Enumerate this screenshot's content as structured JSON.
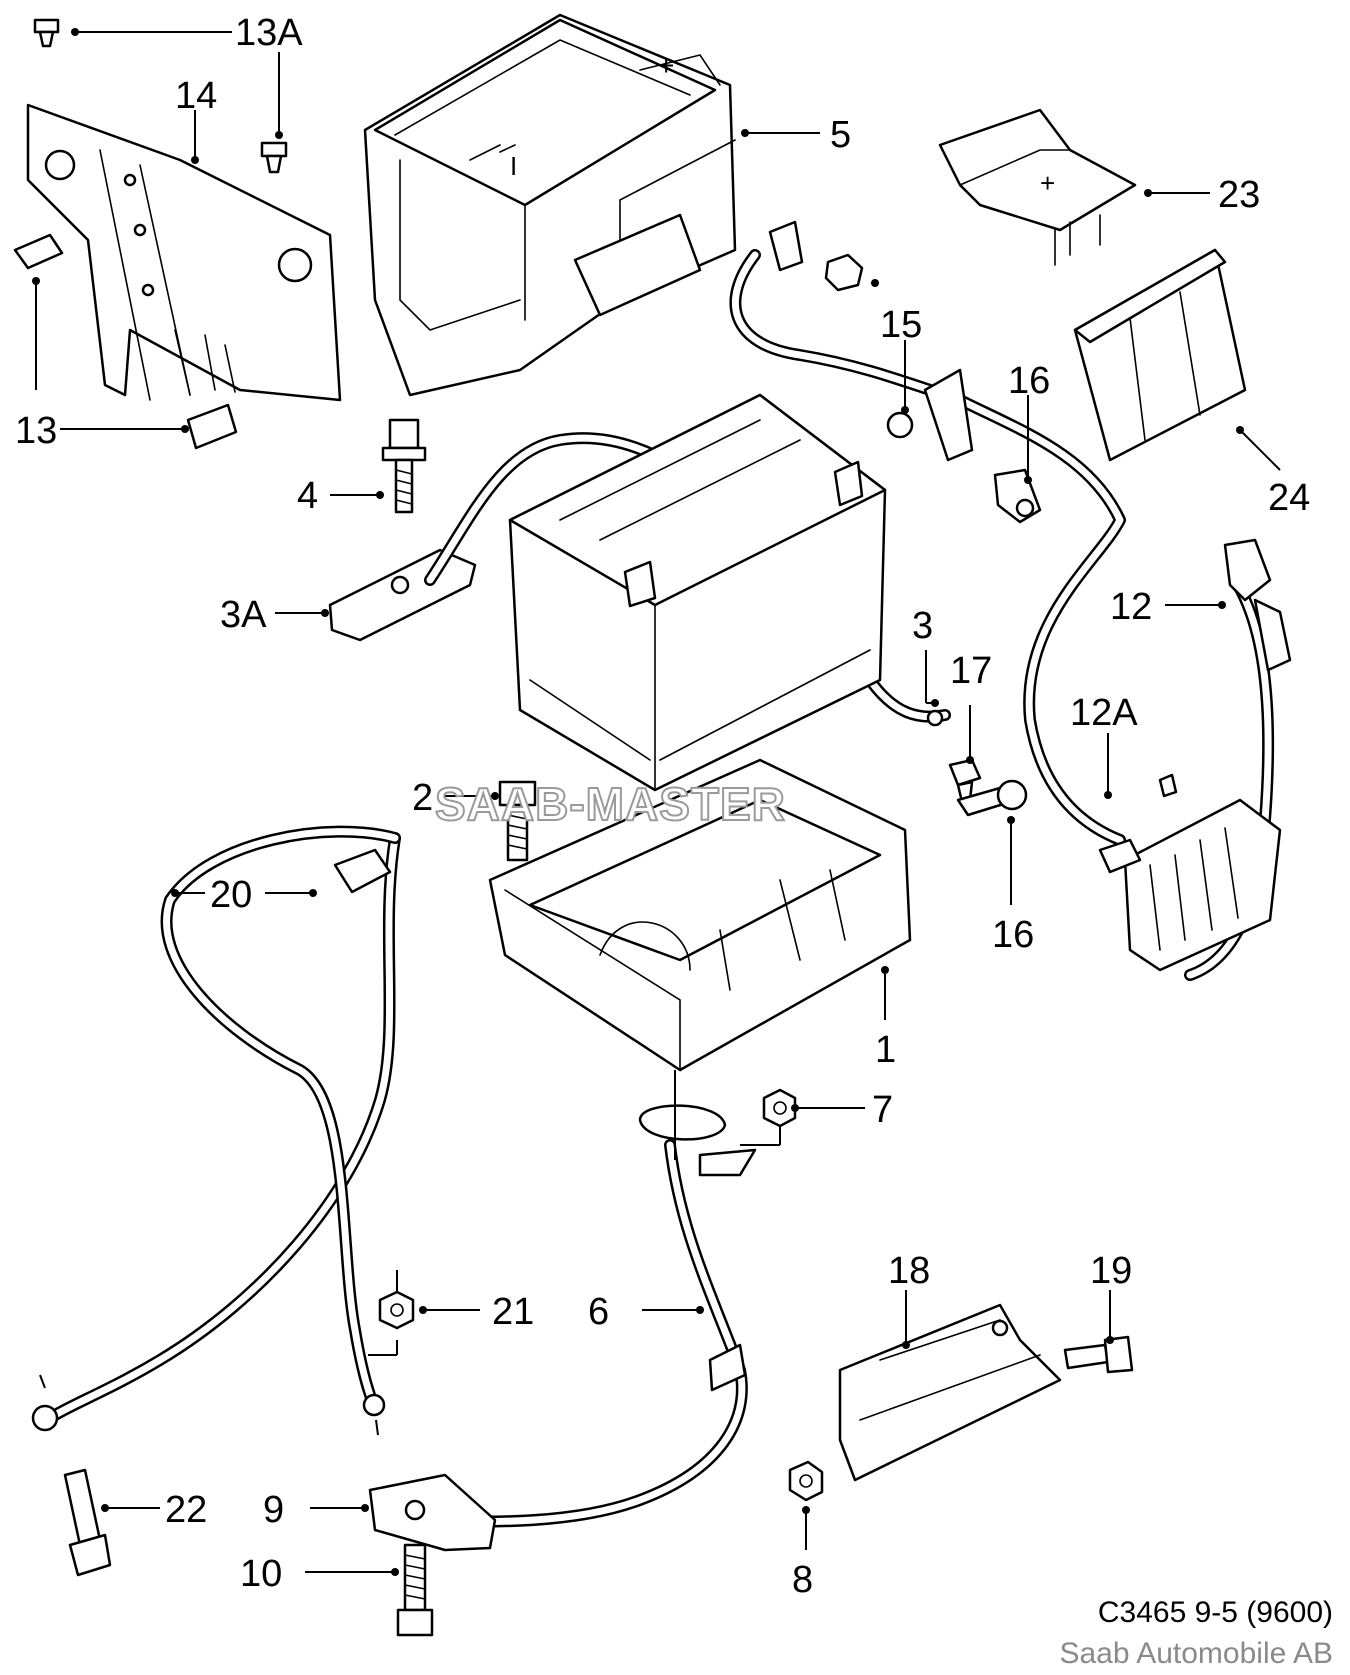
{
  "callouts": [
    {
      "id": "13A",
      "label": "13A"
    },
    {
      "id": "14",
      "label": "14"
    },
    {
      "id": "5",
      "label": "5"
    },
    {
      "id": "23",
      "label": "23"
    },
    {
      "id": "15",
      "label": "15"
    },
    {
      "id": "16a",
      "label": "16"
    },
    {
      "id": "24",
      "label": "24"
    },
    {
      "id": "13",
      "label": "13"
    },
    {
      "id": "4",
      "label": "4"
    },
    {
      "id": "3A",
      "label": "3A"
    },
    {
      "id": "3",
      "label": "3"
    },
    {
      "id": "12",
      "label": "12"
    },
    {
      "id": "17",
      "label": "17"
    },
    {
      "id": "12A",
      "label": "12A"
    },
    {
      "id": "2",
      "label": "2"
    },
    {
      "id": "20",
      "label": "20"
    },
    {
      "id": "16b",
      "label": "16"
    },
    {
      "id": "1",
      "label": "1"
    },
    {
      "id": "7",
      "label": "7"
    },
    {
      "id": "18",
      "label": "18"
    },
    {
      "id": "19",
      "label": "19"
    },
    {
      "id": "21",
      "label": "21"
    },
    {
      "id": "6",
      "label": "6"
    },
    {
      "id": "22",
      "label": "22"
    },
    {
      "id": "9",
      "label": "9"
    },
    {
      "id": "10",
      "label": "10"
    },
    {
      "id": "8",
      "label": "8"
    }
  ],
  "watermark": "SAAB-MASTER",
  "footer": {
    "code": "C3465 9-5 (9600)",
    "company": "Saab Automobile AB"
  },
  "colors": {
    "line": "#000000",
    "background": "#ffffff",
    "watermark_outline": "#9a9a9a",
    "footer_company": "#8a8a8a"
  }
}
